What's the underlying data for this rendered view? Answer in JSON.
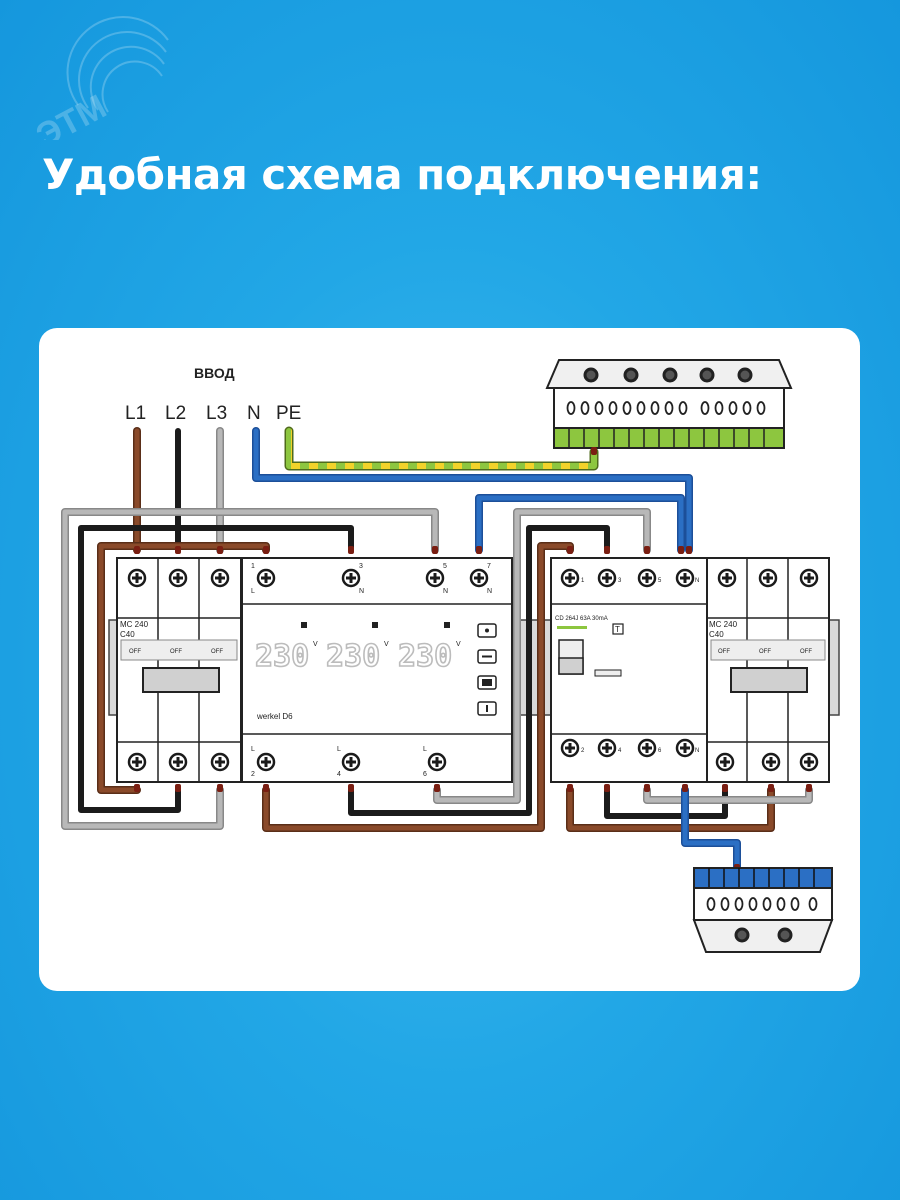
{
  "brand": {
    "logo_text": "ЭТМ"
  },
  "headline": "Удобная схема подключения:",
  "diagram": {
    "input_label": "ВВОД",
    "phases": [
      "L1",
      "L2",
      "L3",
      "N",
      "PE"
    ],
    "breaker_left": {
      "model": "MC 240",
      "rating": "C40",
      "off": "OFF"
    },
    "breaker_right": {
      "model": "MC 240",
      "rating": "C40",
      "off": "OFF"
    },
    "relay": {
      "brand": "werkel D6",
      "readings": [
        "230",
        "230",
        "230"
      ],
      "unit": "V",
      "top_terminals": [
        "1",
        "3",
        "5",
        "7"
      ],
      "top_letters": [
        "L",
        "N",
        "N",
        "N"
      ],
      "bottom_letters": [
        "L",
        "L",
        "L"
      ],
      "bottom_terminals": [
        "2",
        "4",
        "6"
      ]
    },
    "rcd": {
      "label": "CD 264J 63A 30mA",
      "test": "T",
      "top_terminals": [
        "1",
        "3",
        "5",
        "N"
      ],
      "bottom_terminals": [
        "2",
        "4",
        "6",
        "N"
      ]
    },
    "wire_colors": {
      "brown": "#8a4a2a",
      "black": "#1b1b1b",
      "grey": "#b0b0b0",
      "blue": "#2b6fc4",
      "pe_green": "#8dc63f",
      "pe_yellow": "#f2d32a"
    }
  }
}
